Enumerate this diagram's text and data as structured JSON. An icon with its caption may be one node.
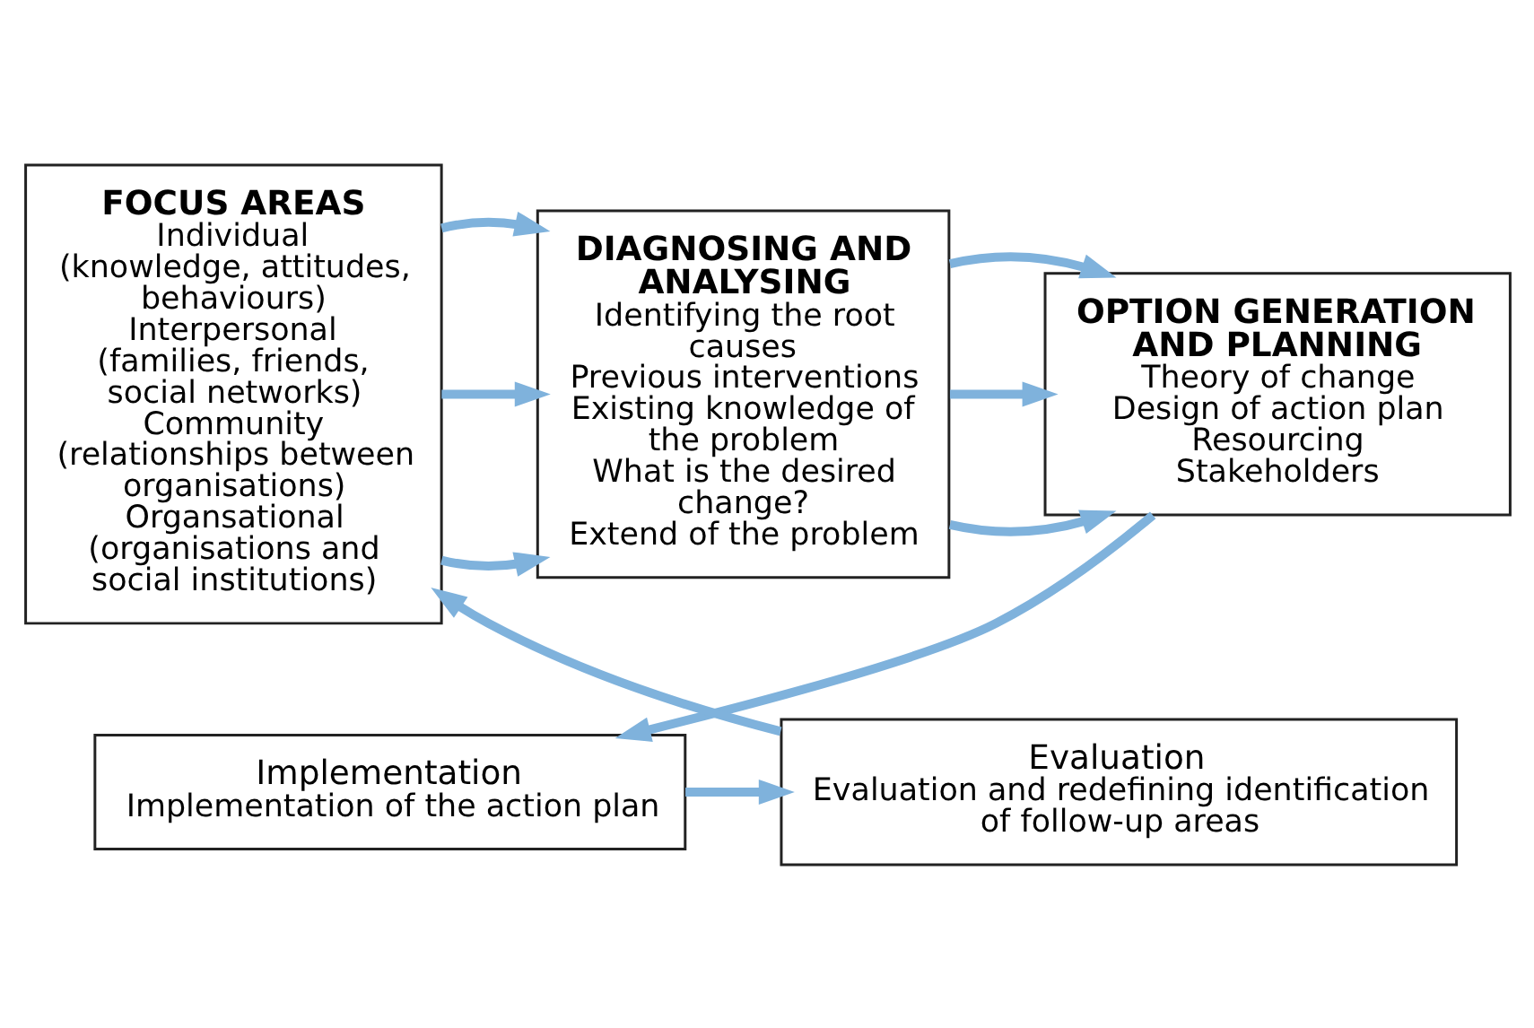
{
  "diagram": {
    "nodes": [
      {
        "text": [
          "FOCUS AREAS",
          "Individual",
          "(knowledge, attitudes, behaviours)",
          "Interpersonal",
          "(families, friends, social networks)",
          "Community",
          "(relationships between organisations)",
          "Organsational",
          "(organisations and social institutions)"
        ]
      },
      {
        "text": [
          "DIAGNOSING AND ANALYSING",
          "Identifying the root causes",
          "Previous interventions",
          "Existing knowledge of the problem",
          "What is the desired change?",
          "Extend of the problem"
        ]
      },
      {
        "text": [
          "OPTION GENERATION AND PLANNING",
          "Theory of change",
          "Design of action plan",
          "Resourcing",
          "Stakeholders"
        ]
      },
      {
        "text": [
          "Evaluation",
          "Evaluation and redefining identification of follow-up areas"
        ]
      },
      {
        "text": [
          "Implementation",
          "Implementation of the action plan"
        ]
      }
    ],
    "edges": [
      {
        "from": 0,
        "to": 1,
        "arrow": "to"
      },
      {
        "from": 0,
        "to": 1,
        "arrow": "to"
      },
      {
        "from": 0,
        "to": 1,
        "arrow": "to"
      },
      {
        "from": 1,
        "to": 2,
        "arrow": "to"
      },
      {
        "from": 1,
        "to": 2,
        "arrow": "to"
      },
      {
        "from": 1,
        "to": 2,
        "arrow": "to"
      },
      {
        "from": 2,
        "to": 4,
        "arrow": "to"
      },
      {
        "from": 4,
        "to": 3,
        "arrow": "to"
      },
      {
        "from": 3,
        "to": 0,
        "arrow": "to"
      }
    ]
  }
}
